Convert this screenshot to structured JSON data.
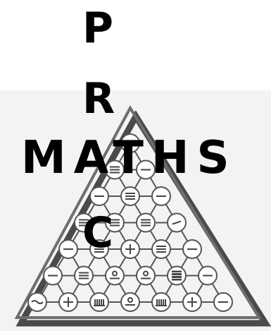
{
  "logo": {
    "vertical_letters": [
      "P",
      "R",
      "C"
    ],
    "horizontal_word": "MATHS",
    "wordmark_lettering": "PRC MATHS"
  },
  "colors": {
    "text": "#000000",
    "triangle_stroke": "#6e6e6e",
    "triangle_shadow": "#4a4a4a",
    "node_fill": "#ffffff",
    "node_stroke": "#555555",
    "node_glyph": "#444444",
    "band": "#f3f3f3"
  },
  "pyramid": {
    "rows": [
      [
        "dash"
      ],
      [
        "bars",
        "dash"
      ],
      [
        "dash",
        "bars",
        "dash"
      ],
      [
        "bars",
        "bars",
        "bars",
        "slash"
      ],
      [
        "dash",
        "bars",
        "tee",
        "bars",
        "dash"
      ],
      [
        "dash",
        "bars",
        "ring",
        "ring",
        "grid",
        "dash"
      ],
      [
        "wave",
        "tee",
        "comb",
        "ring",
        "comb",
        "tee",
        "dash"
      ]
    ]
  }
}
